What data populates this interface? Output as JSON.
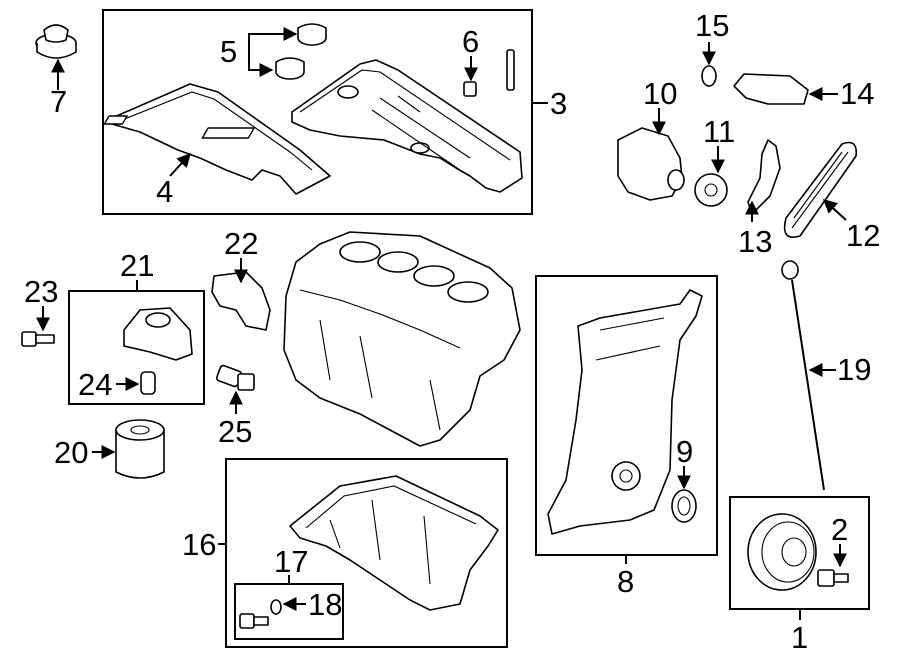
{
  "callouts": {
    "c1": "1",
    "c2": "2",
    "c3": "3",
    "c4": "4",
    "c5": "5",
    "c6": "6",
    "c7": "7",
    "c8": "8",
    "c9": "9",
    "c10": "10",
    "c11": "11",
    "c12": "12",
    "c13": "13",
    "c14": "14",
    "c15": "15",
    "c16": "16",
    "c17": "17",
    "c18": "18",
    "c19": "19",
    "c20": "20",
    "c21": "21",
    "c22": "22",
    "c23": "23",
    "c24": "24",
    "c25": "25"
  },
  "colors": {
    "line": "#000000",
    "background": "#ffffff"
  }
}
